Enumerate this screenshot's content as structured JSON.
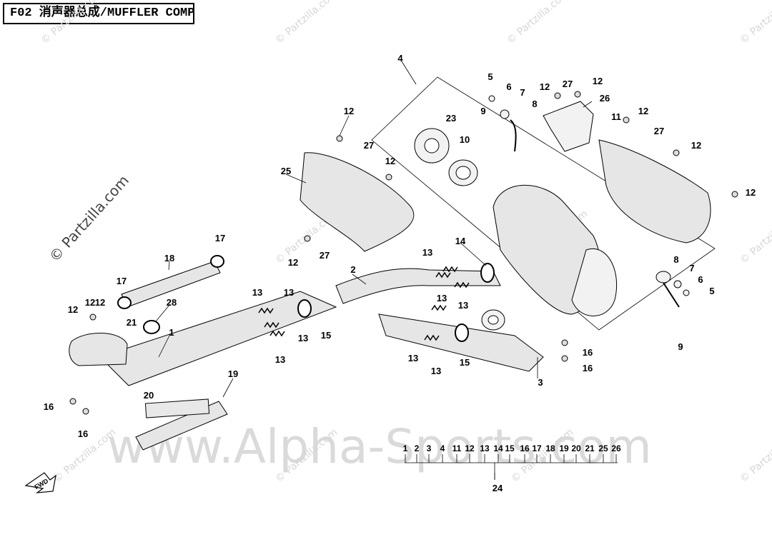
{
  "title": "F02 消声器总成/MUFFLER COMP",
  "watermarks": {
    "small": "© Partzilla.com",
    "large": "www.Alpha-Sports.com",
    "rotated": "© Partzilla.com"
  },
  "fwd_label": "FWD",
  "callouts": [
    {
      "id": "c1",
      "label": "1"
    },
    {
      "id": "c2",
      "label": "2"
    },
    {
      "id": "c3",
      "label": "3"
    },
    {
      "id": "c4",
      "label": "4"
    },
    {
      "id": "c5a",
      "label": "5"
    },
    {
      "id": "c5b",
      "label": "5"
    },
    {
      "id": "c6a",
      "label": "6"
    },
    {
      "id": "c6b",
      "label": "6"
    },
    {
      "id": "c7a",
      "label": "7"
    },
    {
      "id": "c7b",
      "label": "7"
    },
    {
      "id": "c8a",
      "label": "8"
    },
    {
      "id": "c8b",
      "label": "8"
    },
    {
      "id": "c9a",
      "label": "9"
    },
    {
      "id": "c9b",
      "label": "9"
    },
    {
      "id": "c10",
      "label": "10"
    },
    {
      "id": "c11",
      "label": "11"
    },
    {
      "id": "c12a",
      "label": "12"
    },
    {
      "id": "c12b",
      "label": "12"
    },
    {
      "id": "c12c",
      "label": "12"
    },
    {
      "id": "c12d",
      "label": "12"
    },
    {
      "id": "c12e",
      "label": "12"
    },
    {
      "id": "c12f",
      "label": "12"
    },
    {
      "id": "c12g",
      "label": "12"
    },
    {
      "id": "c12h",
      "label": "12"
    },
    {
      "id": "c12i",
      "label": "12"
    },
    {
      "id": "c12j",
      "label": "12"
    },
    {
      "id": "c12k",
      "label": "12"
    },
    {
      "id": "c13a",
      "label": "13"
    },
    {
      "id": "c13b",
      "label": "13"
    },
    {
      "id": "c13c",
      "label": "13"
    },
    {
      "id": "c13d",
      "label": "13"
    },
    {
      "id": "c13e",
      "label": "13"
    },
    {
      "id": "c13f",
      "label": "13"
    },
    {
      "id": "c13g",
      "label": "13"
    },
    {
      "id": "c13h",
      "label": "13"
    },
    {
      "id": "c13i",
      "label": "13"
    },
    {
      "id": "c14",
      "label": "14"
    },
    {
      "id": "c15a",
      "label": "15"
    },
    {
      "id": "c15b",
      "label": "15"
    },
    {
      "id": "c16a",
      "label": "16"
    },
    {
      "id": "c16b",
      "label": "16"
    },
    {
      "id": "c16c",
      "label": "16"
    },
    {
      "id": "c16d",
      "label": "16"
    },
    {
      "id": "c17a",
      "label": "17"
    },
    {
      "id": "c17b",
      "label": "17"
    },
    {
      "id": "c18",
      "label": "18"
    },
    {
      "id": "c19",
      "label": "19"
    },
    {
      "id": "c20",
      "label": "20"
    },
    {
      "id": "c21",
      "label": "21"
    },
    {
      "id": "c23",
      "label": "23"
    },
    {
      "id": "c24",
      "label": "24"
    },
    {
      "id": "c25",
      "label": "25"
    },
    {
      "id": "c26",
      "label": "26"
    },
    {
      "id": "c27a",
      "label": "27"
    },
    {
      "id": "c27b",
      "label": "27"
    },
    {
      "id": "c27c",
      "label": "27"
    },
    {
      "id": "c27d",
      "label": "27"
    },
    {
      "id": "c28",
      "label": "28"
    }
  ],
  "kit_list": [
    "1",
    "2",
    "3",
    "4",
    "11",
    "12",
    "13",
    "14",
    "15",
    "16",
    "17",
    "18",
    "19",
    "20",
    "21",
    "25",
    "26"
  ]
}
